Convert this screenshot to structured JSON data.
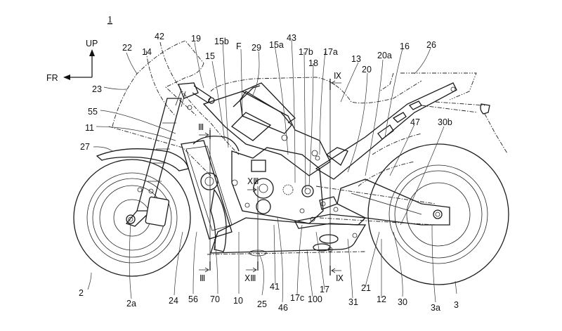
{
  "figure": {
    "number": "1",
    "subject": "Motorcycle side view (patent drawing)"
  },
  "orientation": {
    "up_label": "UP",
    "front_label": "FR"
  },
  "section_markers": [
    {
      "id": "sec-iii-top",
      "label": "Ⅲ"
    },
    {
      "id": "sec-iii-bottom",
      "label": "Ⅲ"
    },
    {
      "id": "sec-xiii-top",
      "label": "ⅩⅢ"
    },
    {
      "id": "sec-xiii-bottom",
      "label": "ⅩⅢ"
    },
    {
      "id": "sec-ix-top",
      "label": "Ⅸ"
    },
    {
      "id": "sec-ix-bottom",
      "label": "Ⅸ"
    }
  ],
  "reference_labels": {
    "top": [
      "42",
      "19",
      "15b",
      "15",
      "F",
      "29",
      "15a",
      "43",
      "17b",
      "18",
      "17a",
      "13",
      "20",
      "20a",
      "16",
      "26"
    ],
    "left": [
      "22",
      "14",
      "23",
      "55",
      "11",
      "27"
    ],
    "right": [
      "47",
      "30b"
    ],
    "bottom": [
      "2",
      "2a",
      "24",
      "56",
      "70",
      "10",
      "25",
      "41",
      "46",
      "17c",
      "100",
      "17",
      "31",
      "21",
      "12",
      "30",
      "3a",
      "3"
    ]
  }
}
